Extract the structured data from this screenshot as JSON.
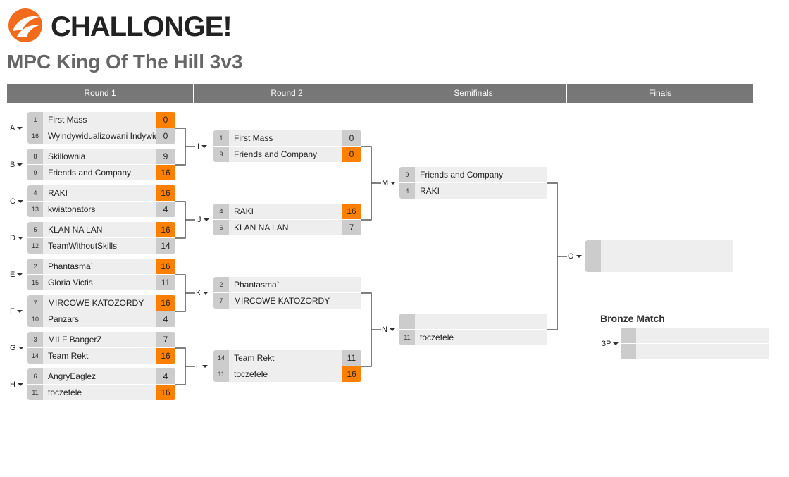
{
  "header": {
    "brand": "CHALLONGE!",
    "tournament_title": "MPC King Of The Hill 3v3"
  },
  "rounds": [
    "Round 1",
    "Round 2",
    "Semifinals",
    "Finals"
  ],
  "matches": [
    {
      "id": "A",
      "teams": [
        {
          "seed": "1",
          "name": "First Mass",
          "score": "0",
          "win": true
        },
        {
          "seed": "16",
          "name": "Wyindywidualizowani Indywidua",
          "score": "0",
          "win": false
        }
      ]
    },
    {
      "id": "B",
      "teams": [
        {
          "seed": "8",
          "name": "Skillownia",
          "score": "9",
          "win": false
        },
        {
          "seed": "9",
          "name": "Friends and Company",
          "score": "16",
          "win": true
        }
      ]
    },
    {
      "id": "C",
      "teams": [
        {
          "seed": "4",
          "name": "RAKI",
          "score": "16",
          "win": true
        },
        {
          "seed": "13",
          "name": "kwiatonators",
          "score": "4",
          "win": false
        }
      ]
    },
    {
      "id": "D",
      "teams": [
        {
          "seed": "5",
          "name": "KLAN NA LAN",
          "score": "16",
          "win": true
        },
        {
          "seed": "12",
          "name": "TeamWithoutSkills",
          "score": "14",
          "win": false
        }
      ]
    },
    {
      "id": "E",
      "teams": [
        {
          "seed": "2",
          "name": "Phantasma`",
          "score": "16",
          "win": true
        },
        {
          "seed": "15",
          "name": "Gloria Victis",
          "score": "11",
          "win": false
        }
      ]
    },
    {
      "id": "F",
      "teams": [
        {
          "seed": "7",
          "name": "MIRCOWE KATOZORDY",
          "score": "16",
          "win": true
        },
        {
          "seed": "10",
          "name": "Panzars",
          "score": "4",
          "win": false
        }
      ]
    },
    {
      "id": "G",
      "teams": [
        {
          "seed": "3",
          "name": "MILF BangerZ",
          "score": "7",
          "win": false
        },
        {
          "seed": "14",
          "name": "Team Rekt",
          "score": "16",
          "win": true
        }
      ]
    },
    {
      "id": "H",
      "teams": [
        {
          "seed": "6",
          "name": "AngryEaglez",
          "score": "4",
          "win": false
        },
        {
          "seed": "11",
          "name": "toczefele",
          "score": "16",
          "win": true
        }
      ]
    },
    {
      "id": "I",
      "teams": [
        {
          "seed": "1",
          "name": "First Mass",
          "score": "0",
          "win": false
        },
        {
          "seed": "9",
          "name": "Friends and Company",
          "score": "0",
          "win": true
        }
      ]
    },
    {
      "id": "J",
      "teams": [
        {
          "seed": "4",
          "name": "RAKI",
          "score": "16",
          "win": true
        },
        {
          "seed": "5",
          "name": "KLAN NA LAN",
          "score": "7",
          "win": false
        }
      ]
    },
    {
      "id": "K",
      "teams": [
        {
          "seed": "2",
          "name": "Phantasma`",
          "score": "",
          "win": false
        },
        {
          "seed": "7",
          "name": "MIRCOWE KATOZORDY",
          "score": "",
          "win": false
        }
      ]
    },
    {
      "id": "L",
      "teams": [
        {
          "seed": "14",
          "name": "Team Rekt",
          "score": "11",
          "win": false
        },
        {
          "seed": "11",
          "name": "toczefele",
          "score": "16",
          "win": true
        }
      ]
    },
    {
      "id": "M",
      "teams": [
        {
          "seed": "9",
          "name": "Friends and Company",
          "score": "",
          "win": false
        },
        {
          "seed": "4",
          "name": "RAKI",
          "score": "",
          "win": false
        }
      ]
    },
    {
      "id": "N",
      "teams": [
        {
          "seed": "",
          "name": "",
          "score": "",
          "win": false
        },
        {
          "seed": "11",
          "name": "toczefele",
          "score": "",
          "win": false
        }
      ]
    },
    {
      "id": "O",
      "teams": [
        {
          "seed": "",
          "name": "",
          "score": "",
          "win": false
        },
        {
          "seed": "",
          "name": "",
          "score": "",
          "win": false
        }
      ]
    },
    {
      "id": "3P",
      "teams": [
        {
          "seed": "",
          "name": "",
          "score": "",
          "win": false
        },
        {
          "seed": "",
          "name": "",
          "score": "",
          "win": false
        }
      ]
    }
  ],
  "bronze": {
    "title": "Bronze Match"
  },
  "colors": {
    "header_bar": "#777777",
    "winner_score": "#ff7f00",
    "brand_orange": "#f26b1d"
  }
}
